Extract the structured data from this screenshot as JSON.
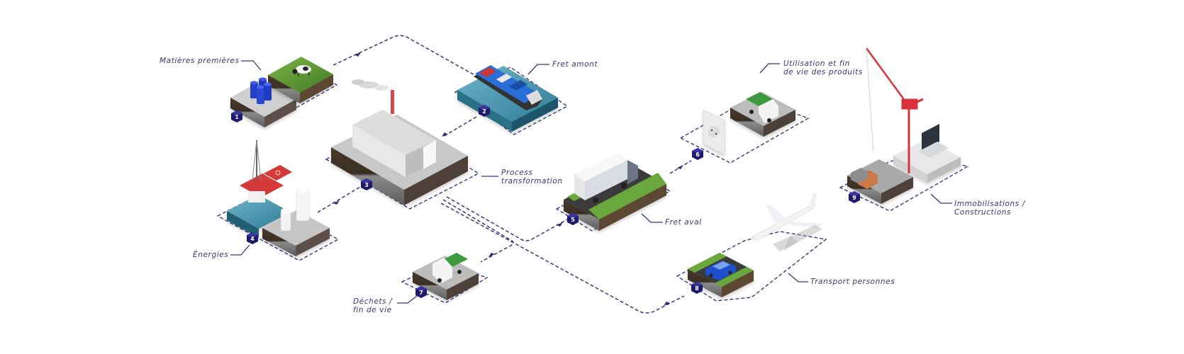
{
  "diagram": {
    "title": "Emissions scope flow",
    "accent_color": "#2a2477",
    "label_color": "#3b3577",
    "path_color": "#2e2a7a",
    "stations": [
      {
        "id": 1,
        "label_lines": [
          "Matières premières"
        ],
        "icon": "barrels-and-cow-icon"
      },
      {
        "id": 2,
        "label_lines": [
          "Fret amont"
        ],
        "icon": "container-ship-icon"
      },
      {
        "id": 3,
        "label_lines": [
          "Process",
          "transformation"
        ],
        "icon": "factory-icon"
      },
      {
        "id": 4,
        "label_lines": [
          "Énergies"
        ],
        "icon": "oil-platform-and-tanks-icon"
      },
      {
        "id": 5,
        "label_lines": [
          "Fret aval"
        ],
        "icon": "delivery-truck-icon"
      },
      {
        "id": 6,
        "label_lines": [
          "Utilisation et fin",
          "de vie des produits"
        ],
        "icon": "power-outlet-and-garbage-truck-icon"
      },
      {
        "id": 7,
        "label_lines": [
          "Déchets /",
          "fin de vie"
        ],
        "icon": "garbage-truck-icon"
      },
      {
        "id": 8,
        "label_lines": [
          "Transport personnes"
        ],
        "icon": "car-and-airplane-icon"
      },
      {
        "id": 9,
        "label_lines": [
          "Immobilisations /",
          "Constructions"
        ],
        "icon": "crane-and-laptop-icon"
      }
    ]
  }
}
